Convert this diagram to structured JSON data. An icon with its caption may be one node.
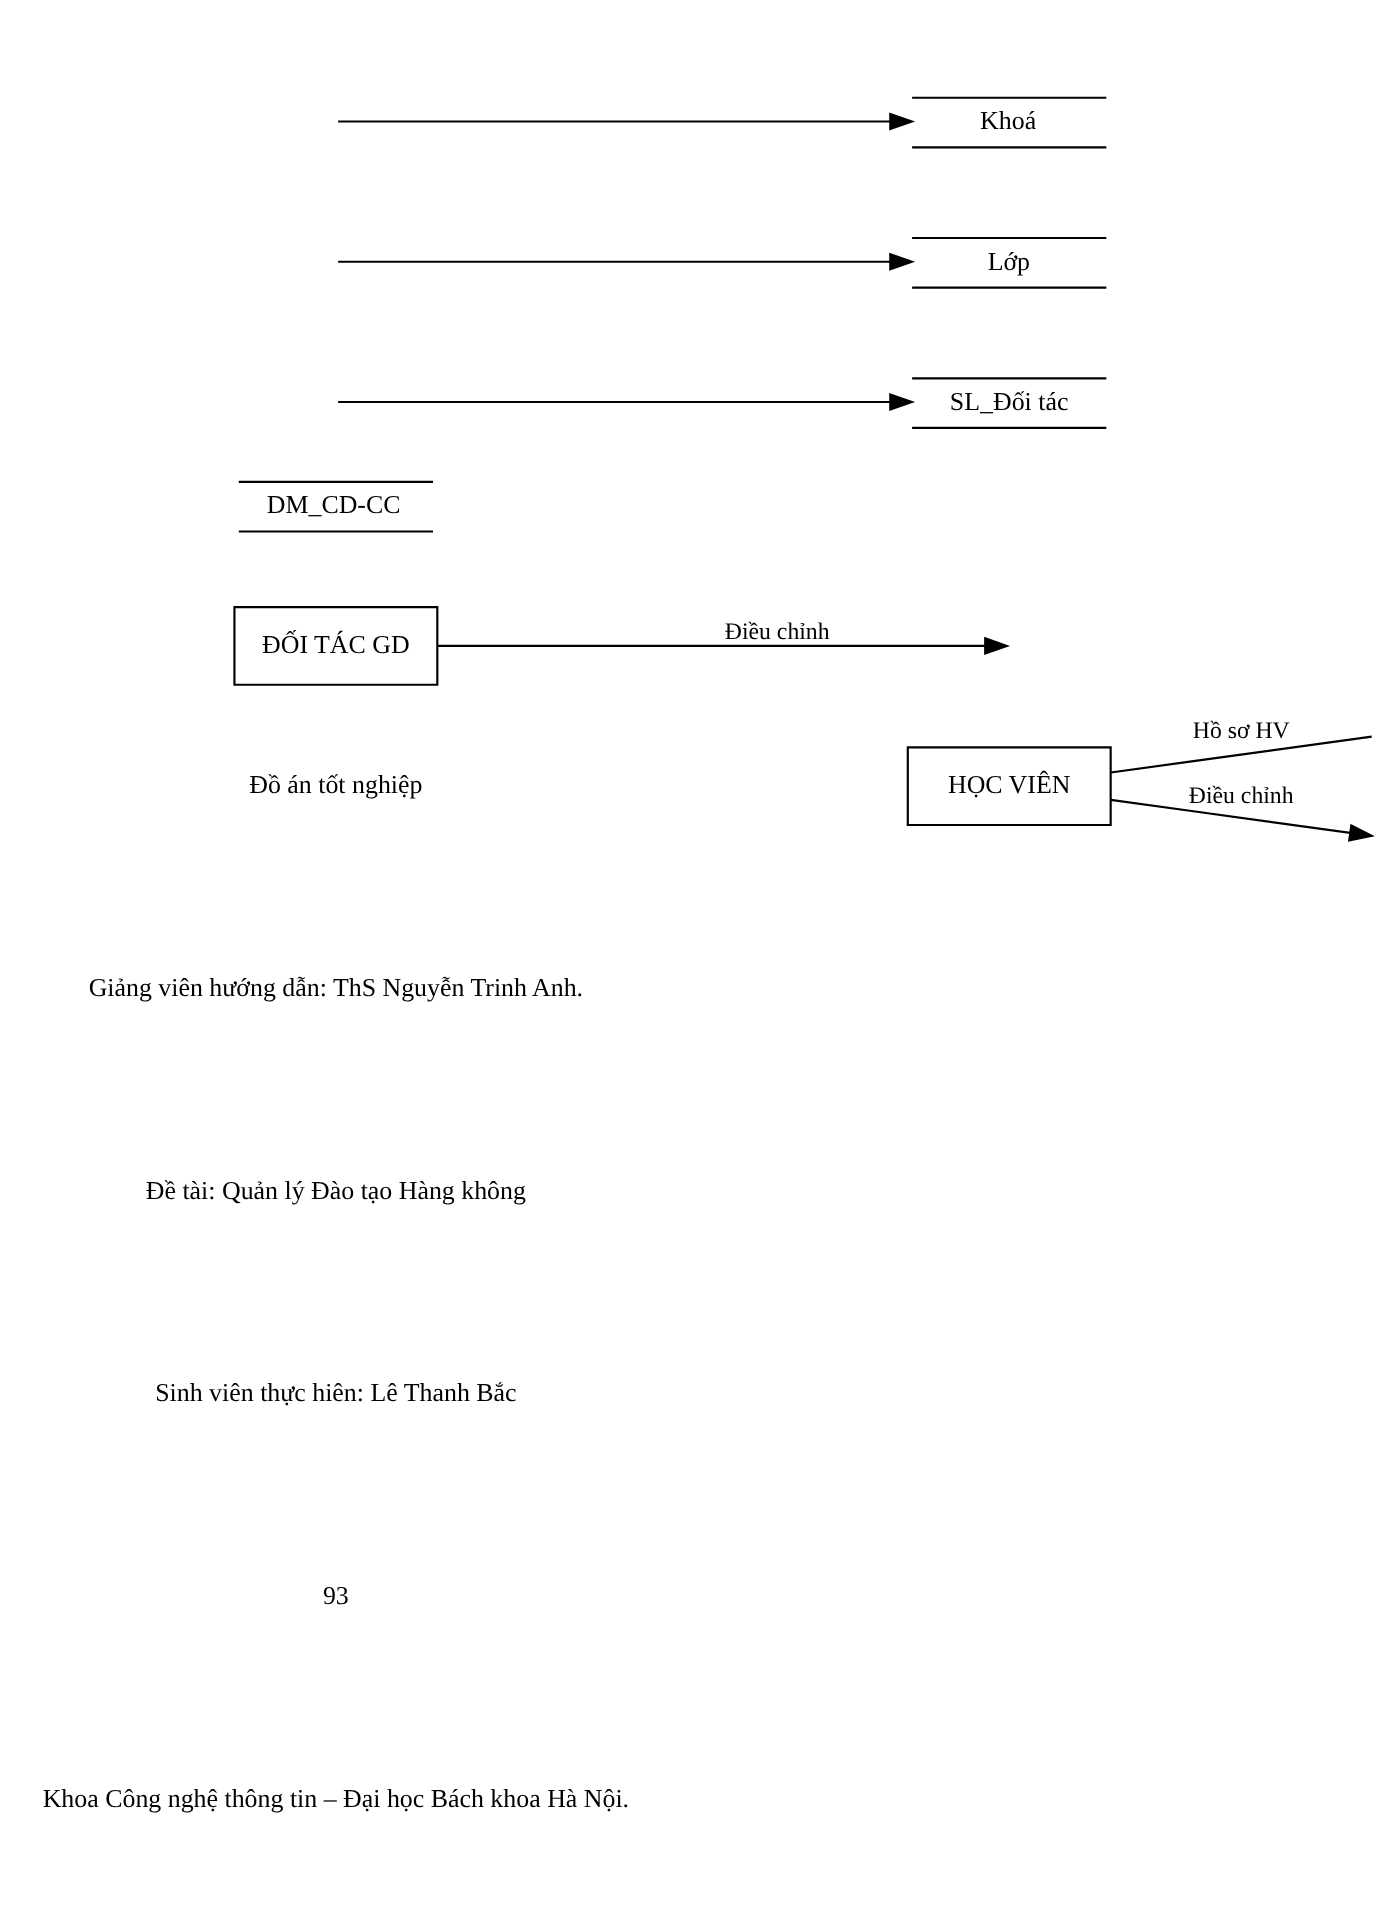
{
  "diagram": {
    "nodes": [
      {
        "text": [
          "HỌC VIÊN"
        ]
      },
      {
        "text": [
          "ĐỐI TÁC GD"
        ]
      },
      {
        "text": [
          "DM_CD-CC"
        ]
      },
      {
        "text": [
          "SL_Đối tác"
        ]
      },
      {
        "text": [
          "Lớp"
        ]
      },
      {
        "text": [
          "Khoá"
        ]
      }
    ],
    "edges": [
      {
        "from": 0,
        "to": null,
        "arrow": "none",
        "label": "Hồ sơ HV"
      },
      {
        "from": 0,
        "to": null,
        "arrow": "to",
        "label": "Điều chỉnh"
      },
      {
        "from": 1,
        "to": null,
        "arrow": "to",
        "label": "Điều chỉnh"
      },
      {
        "from": null,
        "to": 3,
        "arrow": "to"
      },
      {
        "from": null,
        "to": 4,
        "arrow": "to"
      },
      {
        "from": null,
        "to": 5,
        "arrow": "to"
      }
    ],
    "labels": [
      "Đồ án tốt nghiệp",
      "Giảng viên hướng dẫn: ThS Nguyễn Trinh Anh.",
      "Đề tài: Quản lý Đào tạo Hàng không",
      "Sinh viên thực hiên: Lê Thanh Bắc",
      "93",
      "Khoa Công nghệ thông tin – Đại học Bách khoa Hà Nội."
    ]
  }
}
